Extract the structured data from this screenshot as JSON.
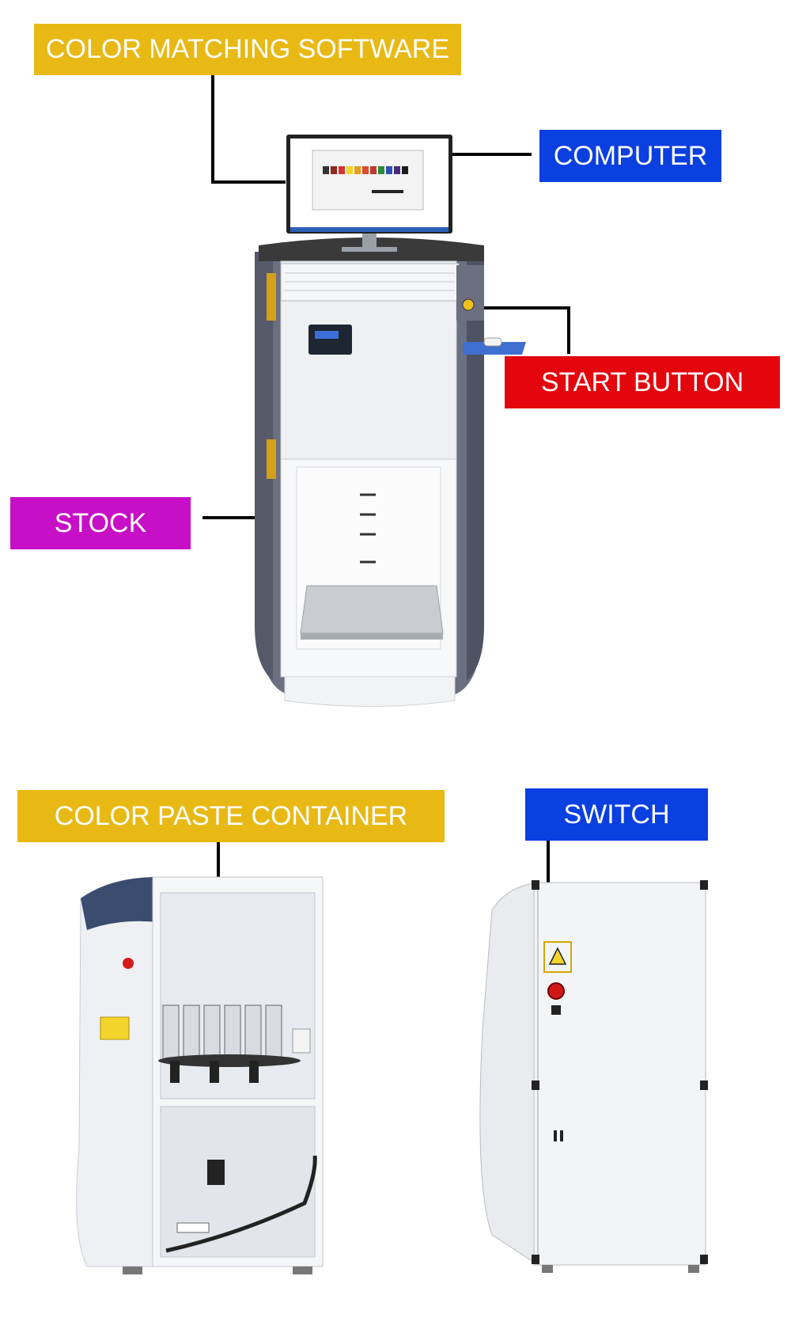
{
  "colors": {
    "yellow": "#e8b914",
    "blue": "#0a3fe0",
    "red": "#e3060d",
    "magenta": "#c70fc7",
    "leader": "#000000",
    "cabinet_dark": "#5e6274",
    "cabinet_light": "#eef0f3"
  },
  "labels": {
    "software": "COLOR MATCHING SOFTWARE",
    "computer": "COMPUTER",
    "start": "START BUTTON",
    "stock": "STOCK",
    "paste": "COLOR PASTE CONTAINER",
    "switch": "SWITCH"
  },
  "icons": {
    "warning": "warning-triangle-icon",
    "emergency": "red-stop-button-icon"
  }
}
